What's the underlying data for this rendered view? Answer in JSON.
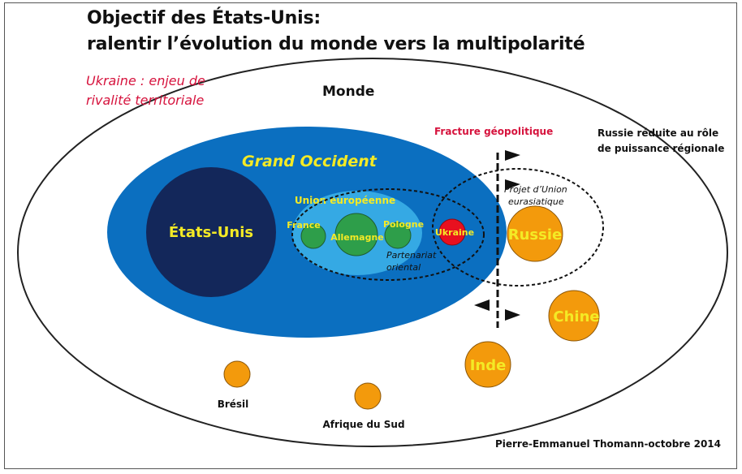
{
  "title": {
    "line1": "Objectif des États-Unis:",
    "line2": "ralentir l’évolution du monde vers la multipolarité"
  },
  "note": {
    "line1": "Ukraine : enjeu de",
    "line2": "rivalité territoriale"
  },
  "labels": {
    "monde": "Monde",
    "fracture": "Fracture géopolitique",
    "russie_note_1": "Russie réduite au rôle",
    "russie_note_2": "de puissance régionale",
    "grand_occident": "Grand Occident",
    "etats_unis": "États-Unis",
    "union_europeenne": "Union européenne",
    "france": "France",
    "allemagne": "Allemagne",
    "pologne": "Pologne",
    "ukraine": "Ukraine",
    "partenariat_1": "Partenariat",
    "partenariat_2": "oriental",
    "projet_1": "Projet d’Union",
    "projet_2": "eurasiatique",
    "russie": "Russie",
    "chine": "Chine",
    "inde": "Inde",
    "bresil": "Brésil",
    "afrique_du_sud": "Afrique du Sud",
    "credit": "Pierre-Emmanuel Thomann-octobre 2014"
  },
  "colors": {
    "grand_occident": "#0b6fc0",
    "etats_unis": "#13275a",
    "union_europeenne": "#35a9e4",
    "member_state": "#2e9e4a",
    "ukraine": "#e8101f",
    "power": "#f39a0c",
    "label_yellow": "#f4ea25",
    "alert_red": "#d6133d"
  }
}
